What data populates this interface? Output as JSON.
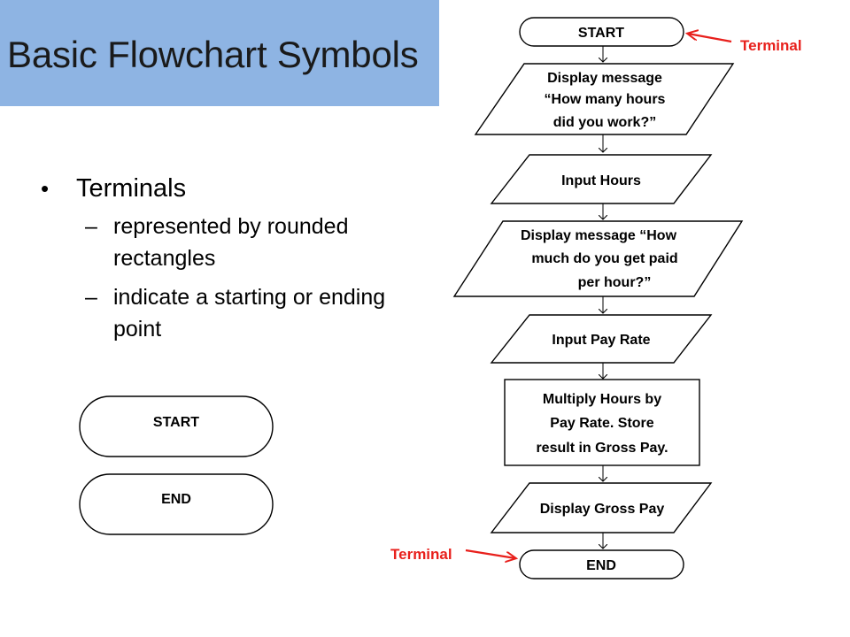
{
  "title": "Basic Flowchart Symbols",
  "bullets": {
    "main": "Terminals",
    "sub": [
      "represented by rounded rectangles",
      "indicate a starting or ending point"
    ]
  },
  "examples": {
    "start": "START",
    "end": "END"
  },
  "flowchart": {
    "start": "START",
    "display1": [
      "Display message",
      "“How many hours",
      "did you work?”"
    ],
    "input_hours": "Input Hours",
    "display2": [
      "Display message “How",
      "much do you get paid",
      "per hour?”"
    ],
    "input_rate": "Input Pay Rate",
    "multiply": [
      "Multiply Hours by",
      "Pay Rate. Store",
      "result in Gross Pay."
    ],
    "display_gross": "Display Gross Pay",
    "end": "END"
  },
  "annotations": {
    "top": "Terminal",
    "bottom": "Terminal",
    "color": "#e8201c"
  },
  "colors": {
    "title_bar": "#8eb4e3"
  }
}
